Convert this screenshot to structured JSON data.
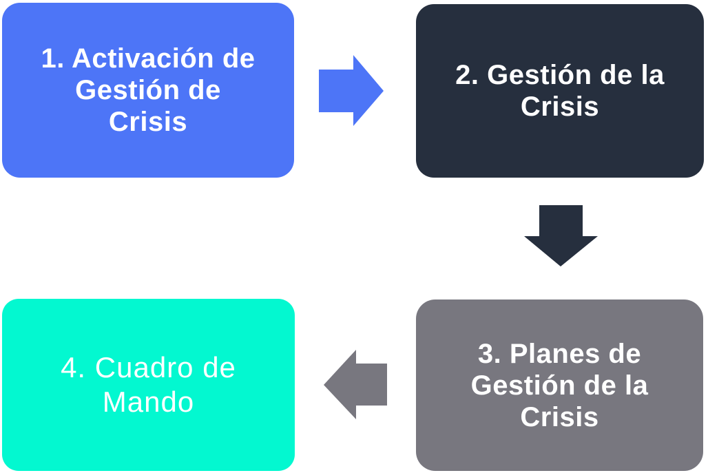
{
  "diagram": {
    "type": "flowchart",
    "description": "Crisis management process flow, 4 steps connected by block arrows (right, down, left)",
    "steps": [
      {
        "id": "1",
        "label": "1. Activación de Gestión de Crisis",
        "lines": [
          "1. Activación de",
          "Gestión de",
          "Crisis"
        ],
        "bg": "#4D75F7",
        "text_color": "#FFFFFF"
      },
      {
        "id": "2",
        "label": "2. Gestión de la Crisis",
        "lines": [
          "2. Gestión de la",
          "Crisis"
        ],
        "bg": "#262F3E",
        "text_color": "#FFFFFF"
      },
      {
        "id": "3",
        "label": "3. Planes de Gestión de la Crisis",
        "lines": [
          "3. Planes de",
          "Gestión de la",
          "Crisis"
        ],
        "bg": "#78777F",
        "text_color": "#FFFFFF"
      },
      {
        "id": "4",
        "label": "4. Cuadro de Mando",
        "lines": [
          "4. Cuadro de",
          "Mando"
        ],
        "bg": "#03F8D0",
        "text_color": "#FFFFFF"
      }
    ],
    "arrows": [
      {
        "direction": "right",
        "from": "1",
        "to": "2",
        "color": "#4D75F7"
      },
      {
        "direction": "down",
        "from": "2",
        "to": "3",
        "color": "#262F3E"
      },
      {
        "direction": "left",
        "from": "3",
        "to": "4",
        "color": "#78777F"
      }
    ]
  }
}
